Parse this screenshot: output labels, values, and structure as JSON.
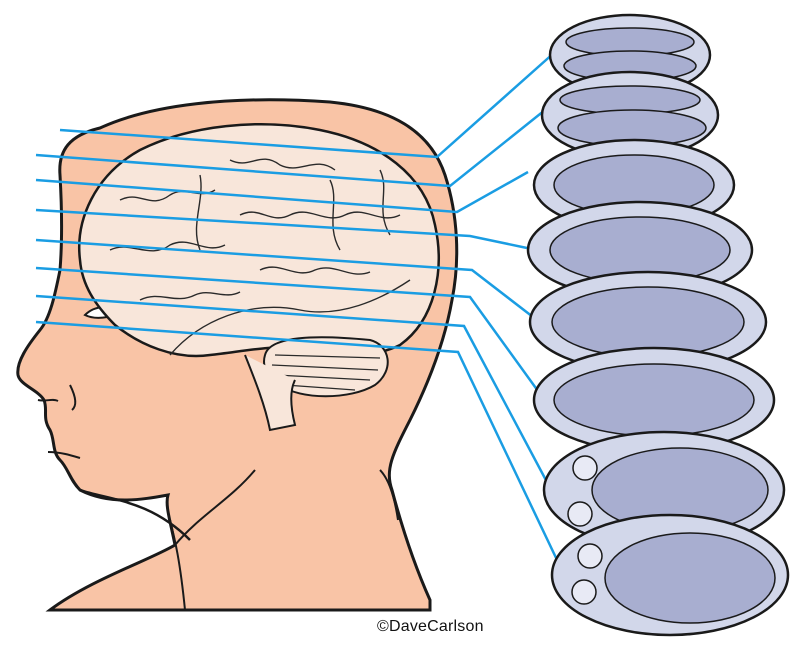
{
  "illustration": {
    "subject": "Brain cross-sections",
    "credit": "©DaveCarlson",
    "colors": {
      "skin": "#f9c4a6",
      "brain": "#f8e6da",
      "line": "#1a9de3",
      "slice_fill": "#d2d7ea",
      "slice_inner": "#a8aed0",
      "outline": "#1a1a1a"
    },
    "slice_count": 8
  }
}
